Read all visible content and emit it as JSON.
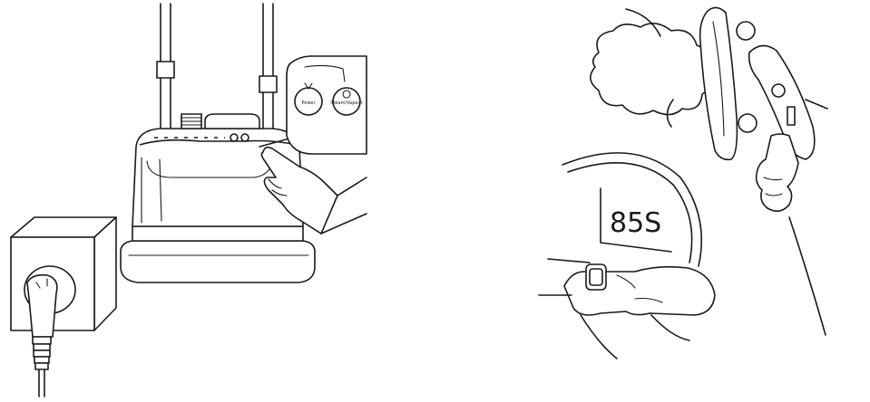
{
  "left_panel": {
    "buttons": {
      "power_label": "Power",
      "steam_label": "Steam/Vapeur"
    }
  },
  "right_panel": {
    "timer_text": "85S"
  }
}
